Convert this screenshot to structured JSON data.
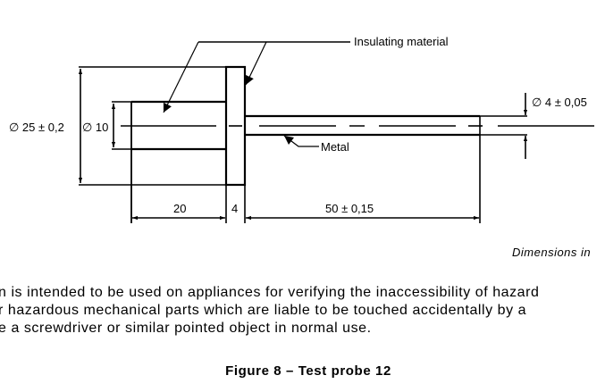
{
  "figure": {
    "title": "Figure 8 – Test probe 12",
    "units_note": "Dimensions in ",
    "callouts": {
      "insulating": "Insulating material",
      "metal": "Metal"
    },
    "dimensions": {
      "outer_diameter": "∅ 25 ± 0,2",
      "handle_diameter": "∅ 10",
      "tip_diameter": "∅ 4 ± 0,05",
      "handle_length": "20",
      "flange_thickness": "4",
      "shaft_length": "50 ± 0,15"
    }
  },
  "body_text": {
    "lines": [
      "n is intended to be used on appliances for verifying the inaccessibility of hazard",
      "r hazardous mechanical parts which are liable to be touched accidentally by a",
      "e a screwdriver or similar pointed object in normal use."
    ]
  }
}
